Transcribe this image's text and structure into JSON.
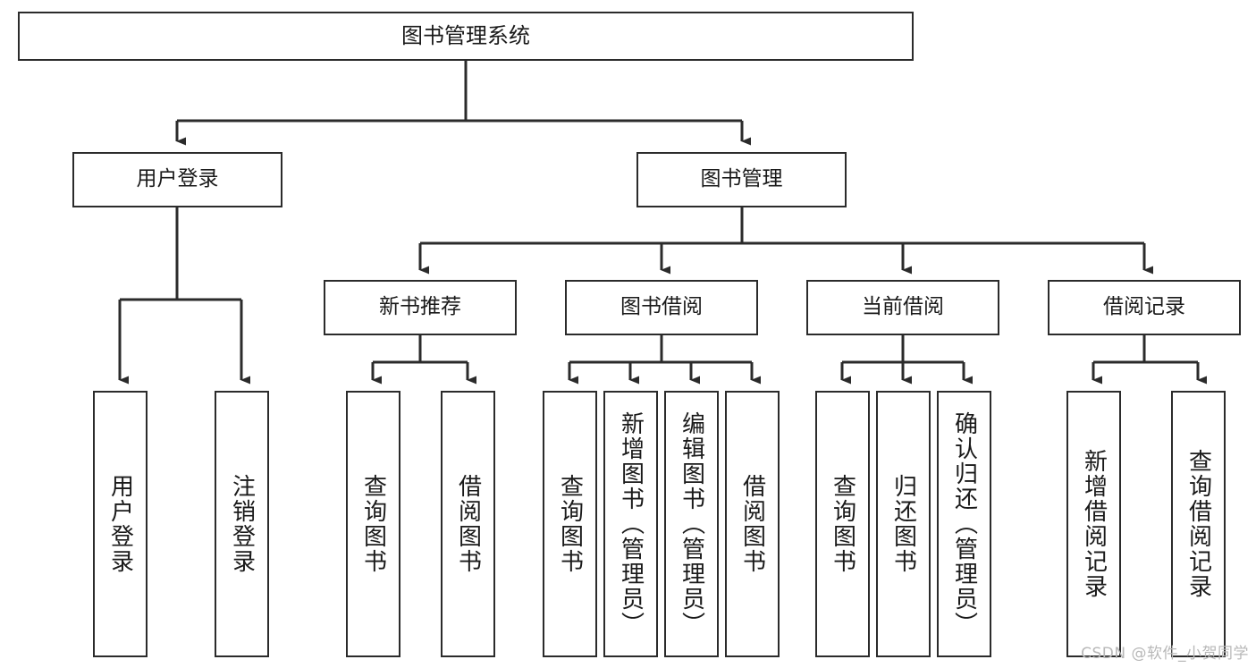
{
  "diagram": {
    "title": "图书管理系统",
    "type": "tree-hierarchy-diagram",
    "watermark": "CSDN @软件_小贺同学",
    "colors": {
      "background": "#ffffff",
      "box_border": "#2b2b2b",
      "box_fill": "#ffffff",
      "text": "#1a1a1a",
      "edge": "#2b2b2b",
      "watermark": "#b8b8b8"
    },
    "root": {
      "id": "root",
      "label": "图书管理系统"
    },
    "level1": [
      {
        "id": "l1-0",
        "label": "用户登录"
      },
      {
        "id": "l1-1",
        "label": "图书管理"
      }
    ],
    "level2": [
      {
        "id": "l2-0",
        "label": "新书推荐"
      },
      {
        "id": "l2-1",
        "label": "图书借阅"
      },
      {
        "id": "l2-2",
        "label": "当前借阅"
      },
      {
        "id": "l2-3",
        "label": "借阅记录"
      }
    ],
    "leaves": {
      "user_login": [
        {
          "id": "leaf-0",
          "label": "用户登录"
        },
        {
          "id": "leaf-1",
          "label": "注销登录"
        }
      ],
      "new_book_recommend": [
        {
          "id": "leaf-2",
          "label": "查询图书"
        },
        {
          "id": "leaf-3",
          "label": "借阅图书"
        }
      ],
      "book_borrow": [
        {
          "id": "leaf-4",
          "label": "查询图书"
        },
        {
          "id": "leaf-5",
          "label": "新增图书（管理员）"
        },
        {
          "id": "leaf-6",
          "label": "编辑图书（管理员）"
        },
        {
          "id": "leaf-7",
          "label": "借阅图书"
        }
      ],
      "current_borrow": [
        {
          "id": "leaf-8",
          "label": "查询图书"
        },
        {
          "id": "leaf-9",
          "label": "归还图书"
        },
        {
          "id": "leaf-10",
          "label": "确认归还（管理员）"
        }
      ],
      "borrow_record": [
        {
          "id": "leaf-11",
          "label": "新增借阅记录"
        },
        {
          "id": "leaf-12",
          "label": "查询借阅记录"
        }
      ]
    }
  }
}
